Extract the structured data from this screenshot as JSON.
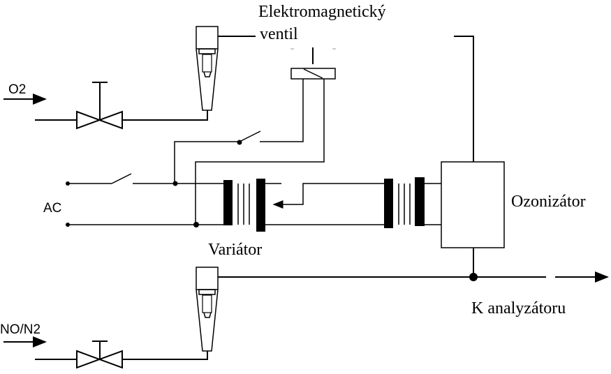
{
  "labels": {
    "o2": "O2",
    "no_n2": "NO/N2",
    "ac": "AC",
    "solenoid_line1": "Elektromagnetický",
    "solenoid_line2": "ventil",
    "ozonizer": "Ozonizátor",
    "variator": "Variátor",
    "analyzer": "K analyzátoru"
  }
}
